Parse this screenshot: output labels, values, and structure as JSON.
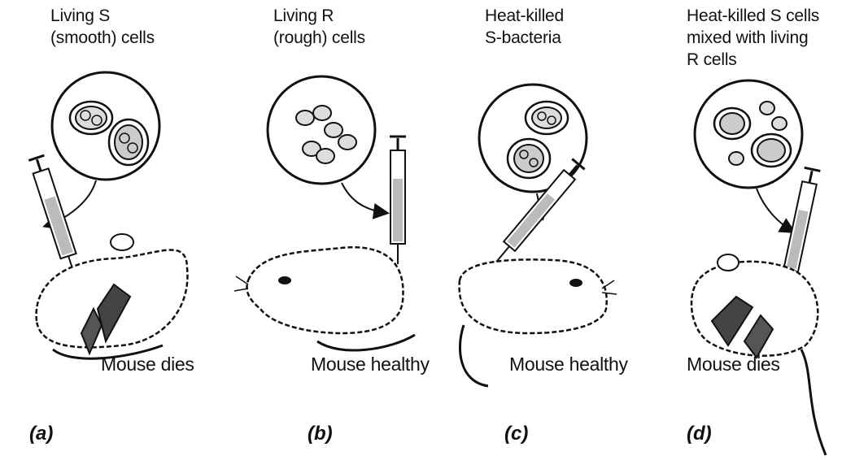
{
  "panels": [
    {
      "letter": "(a)",
      "label": "Living S\n(smooth) cells",
      "outcome": "Mouse dies"
    },
    {
      "letter": "(b)",
      "label": "Living R\n(rough) cells",
      "outcome": "Mouse healthy"
    },
    {
      "letter": "(c)",
      "label": "Heat-killed\nS-bacteria",
      "outcome": "Mouse healthy"
    },
    {
      "letter": "(d)",
      "label": "Heat-killed S cells\nmixed with living\nR cells",
      "outcome": "Mouse dies"
    }
  ]
}
